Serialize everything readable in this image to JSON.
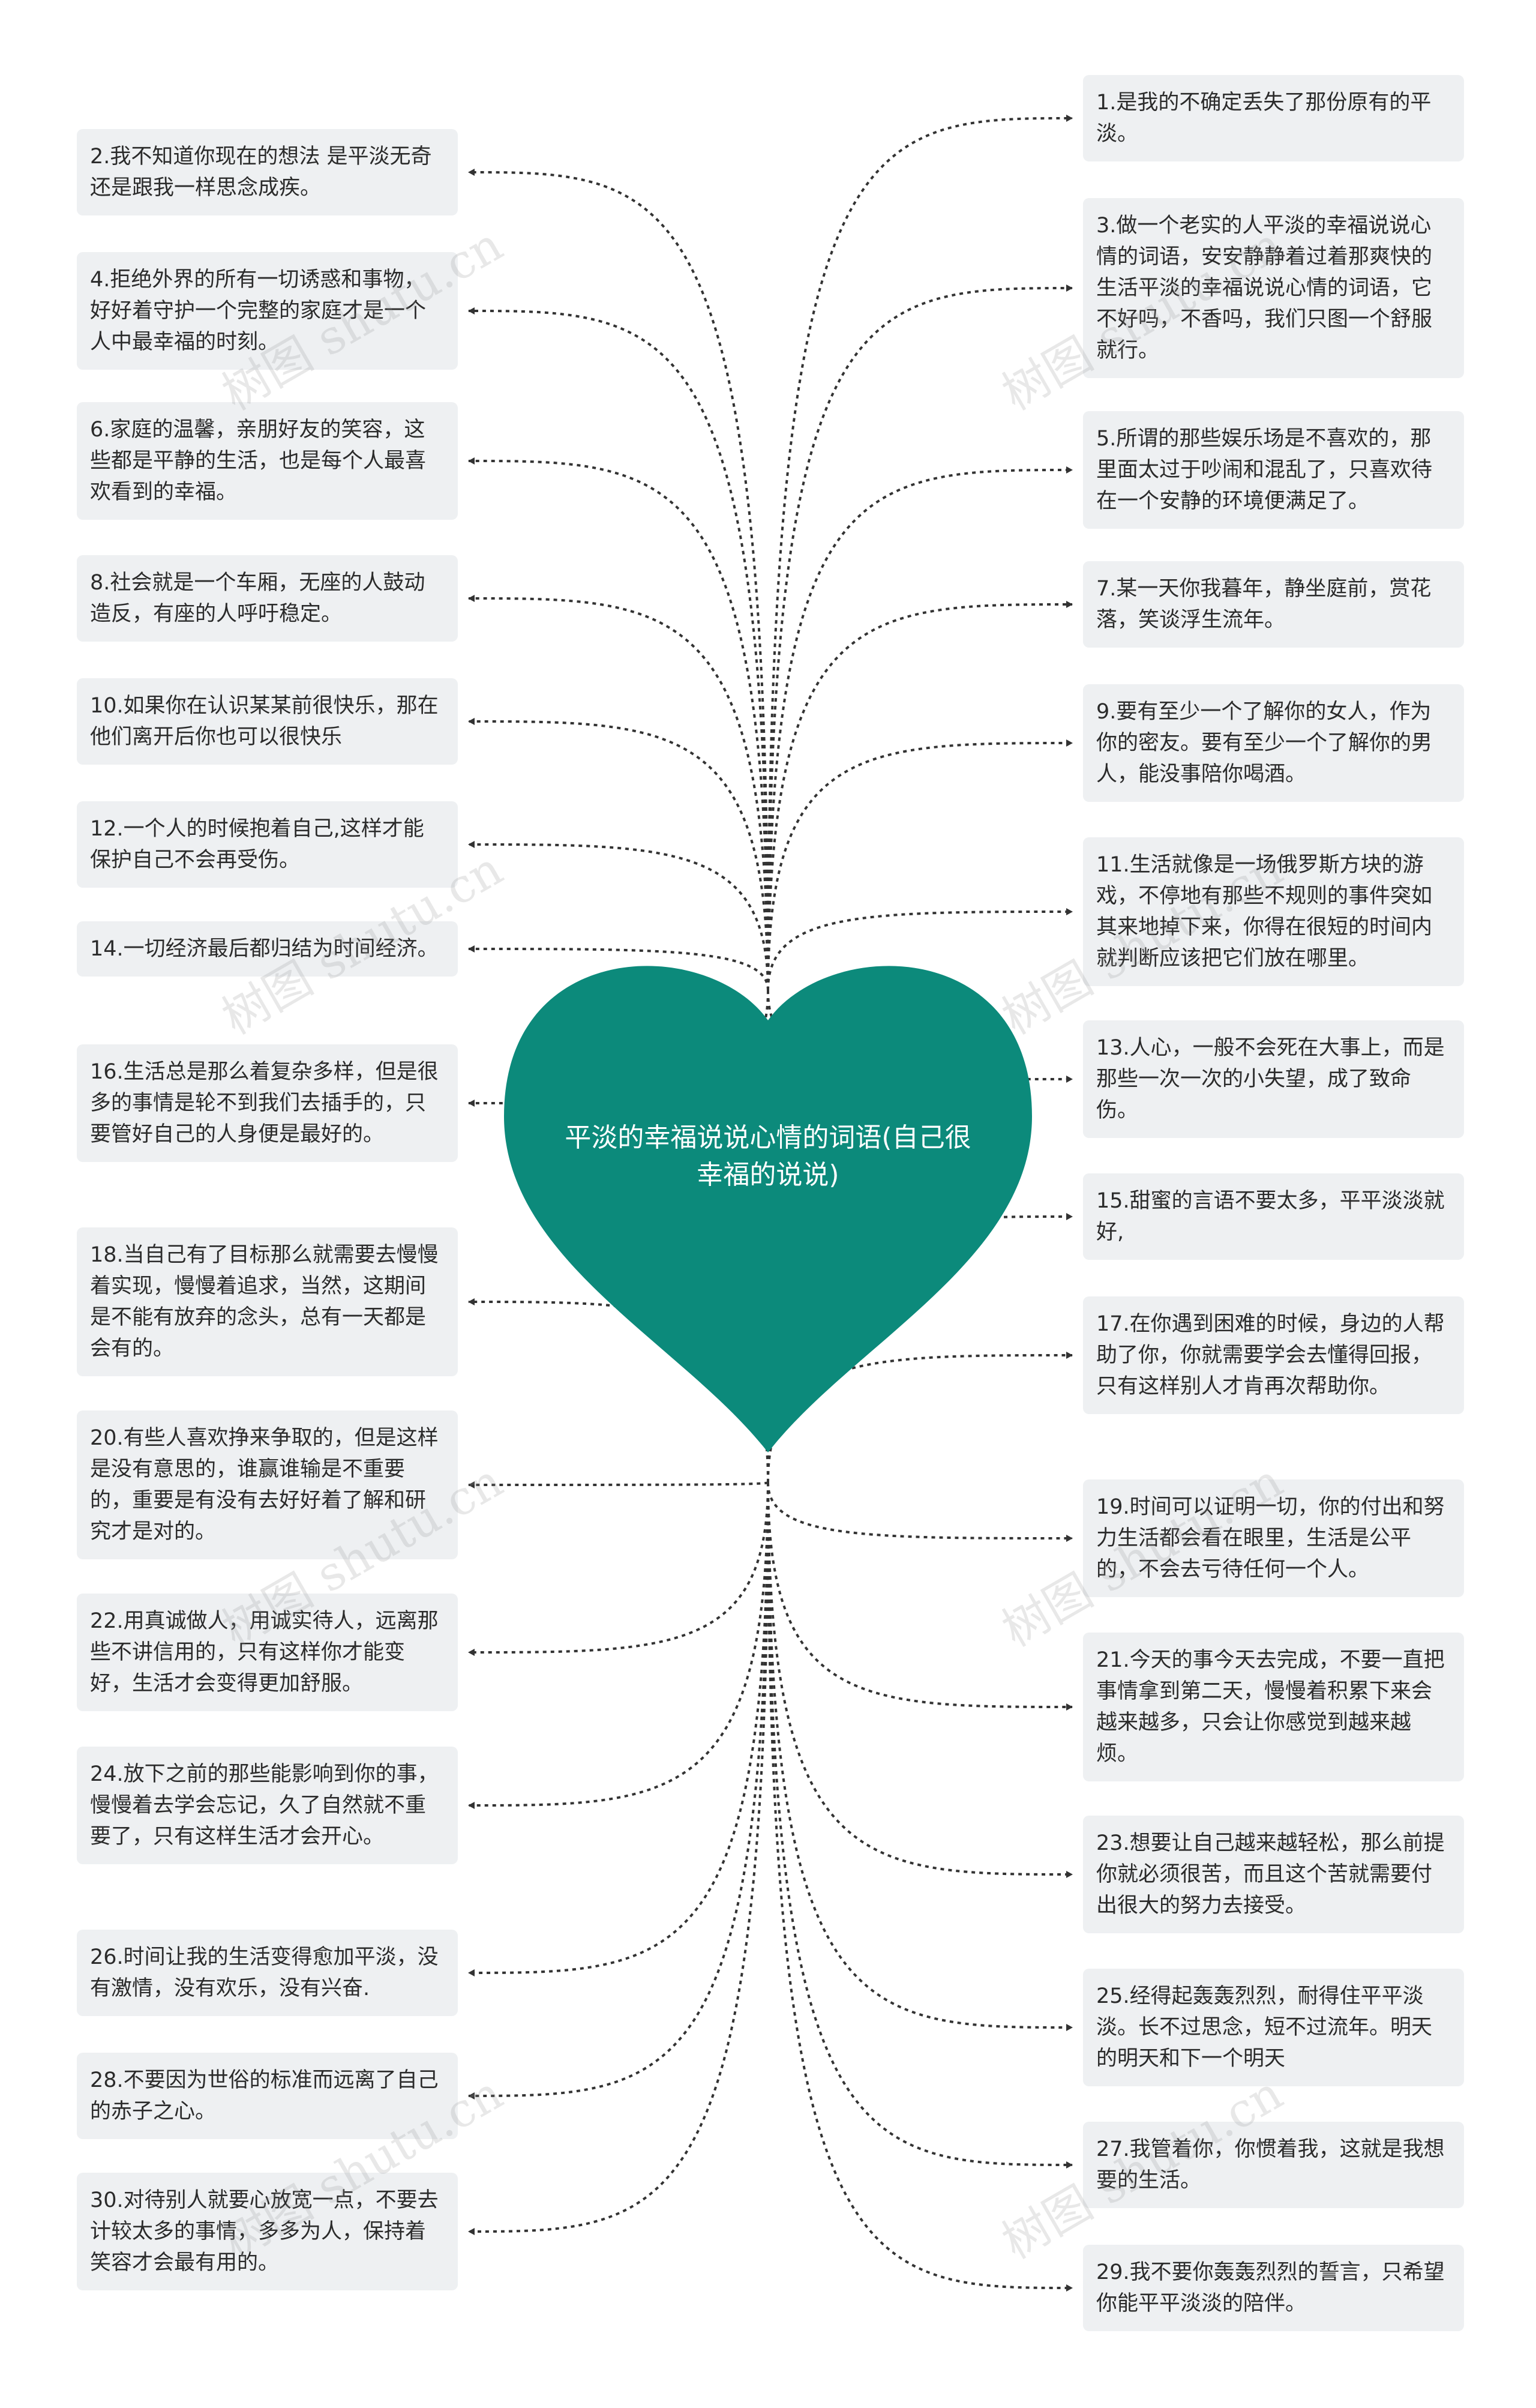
{
  "center": {
    "title": "平淡的幸福说说心情的词语(自己很幸福的说说)",
    "color": "#0c8a7b"
  },
  "nodes": [
    "1.是我的不确定丢失了那份原有的平淡。",
    "2.我不知道你现在的想法 是平淡无奇 还是跟我一样思念成疾。",
    "3.做一个老实的人平淡的幸福说说心情的词语，安安静静着过着那爽快的生活平淡的幸福说说心情的词语，它不好吗，不香吗，我们只图一个舒服就行。",
    "4.拒绝外界的所有一切诱惑和事物，好好着守护一个完整的家庭才是一个人中最幸福的时刻。",
    "5.所谓的那些娱乐场是不喜欢的，那里面太过于吵闹和混乱了，只喜欢待在一个安静的环境便满足了。",
    "6.家庭的温馨，亲朋好友的笑容，这些都是平静的生活，也是每个人最喜欢看到的幸福。",
    "7.某一天你我暮年，静坐庭前，赏花落，笑谈浮生流年。",
    "8.社会就是一个车厢，无座的人鼓动造反，有座的人呼吁稳定。",
    "9.要有至少一个了解你的女人，作为你的密友。要有至少一个了解你的男人，能没事陪你喝酒。",
    "10.如果你在认识某某前很快乐，那在他们离开后你也可以很快乐",
    "11.生活就像是一场俄罗斯方块的游戏，不停地有那些不规则的事件突如其来地掉下来，你得在很短的时间内就判断应该把它们放在哪里。",
    "12.一个人的时候抱着自己,这样才能保护自己不会再受伤。",
    "13.人心，一般不会死在大事上，而是那些一次一次的小失望，成了致命伤。",
    "14.一切经济最后都归结为时间经济。",
    "15.甜蜜的言语不要太多，平平淡淡就好,",
    "16.生活总是那么着复杂多样，但是很多的事情是轮不到我们去插手的，只要管好自己的人身便是最好的。",
    "17.在你遇到困难的时候，身边的人帮助了你，你就需要学会去懂得回报，只有这样别人才肯再次帮助你。",
    "18.当自己有了目标那么就需要去慢慢着实现，慢慢着追求，当然，这期间是不能有放弃的念头，总有一天都是会有的。",
    "19.时间可以证明一切，你的付出和努力生活都会看在眼里，生活是公平的，不会去亏待任何一个人。",
    "20.有些人喜欢挣来争取的，但是这样是没有意思的，谁赢谁输是不重要的，重要是有没有去好好着了解和研究才是对的。",
    "21.今天的事今天去完成，不要一直把事情拿到第二天，慢慢着积累下来会越来越多，只会让你感觉到越来越烦。",
    "22.用真诚做人，用诚实待人，远离那些不讲信用的，只有这样你才能变好，生活才会变得更加舒服。",
    "23.想要让自己越来越轻松，那么前提你就必须很苦，而且这个苦就需要付出很大的努力去接受。",
    "24.放下之前的那些能影响到你的事，慢慢着去学会忘记，久了自然就不重要了，只有这样生活才会开心。",
    "25.经得起轰轰烈烈，耐得住平平淡淡。长不过思念，短不过流年。明天的明天和下一个明天",
    "26.时间让我的生活变得愈加平淡，没有激情，没有欢乐，没有兴奋.",
    "27.我管着你，你惯着我，这就是我想要的生活。",
    "28.不要因为世俗的标准而远离了自己的赤子之心。",
    "29.我不要你轰轰烈烈的誓言，只希望你能平平淡淡的陪伴。",
    "30.对待别人就要心放宽一点，不要去计较太多的事情，多多为人，保持着笑容才会最有用的。"
  ],
  "watermark": "树图 shutu.cn"
}
